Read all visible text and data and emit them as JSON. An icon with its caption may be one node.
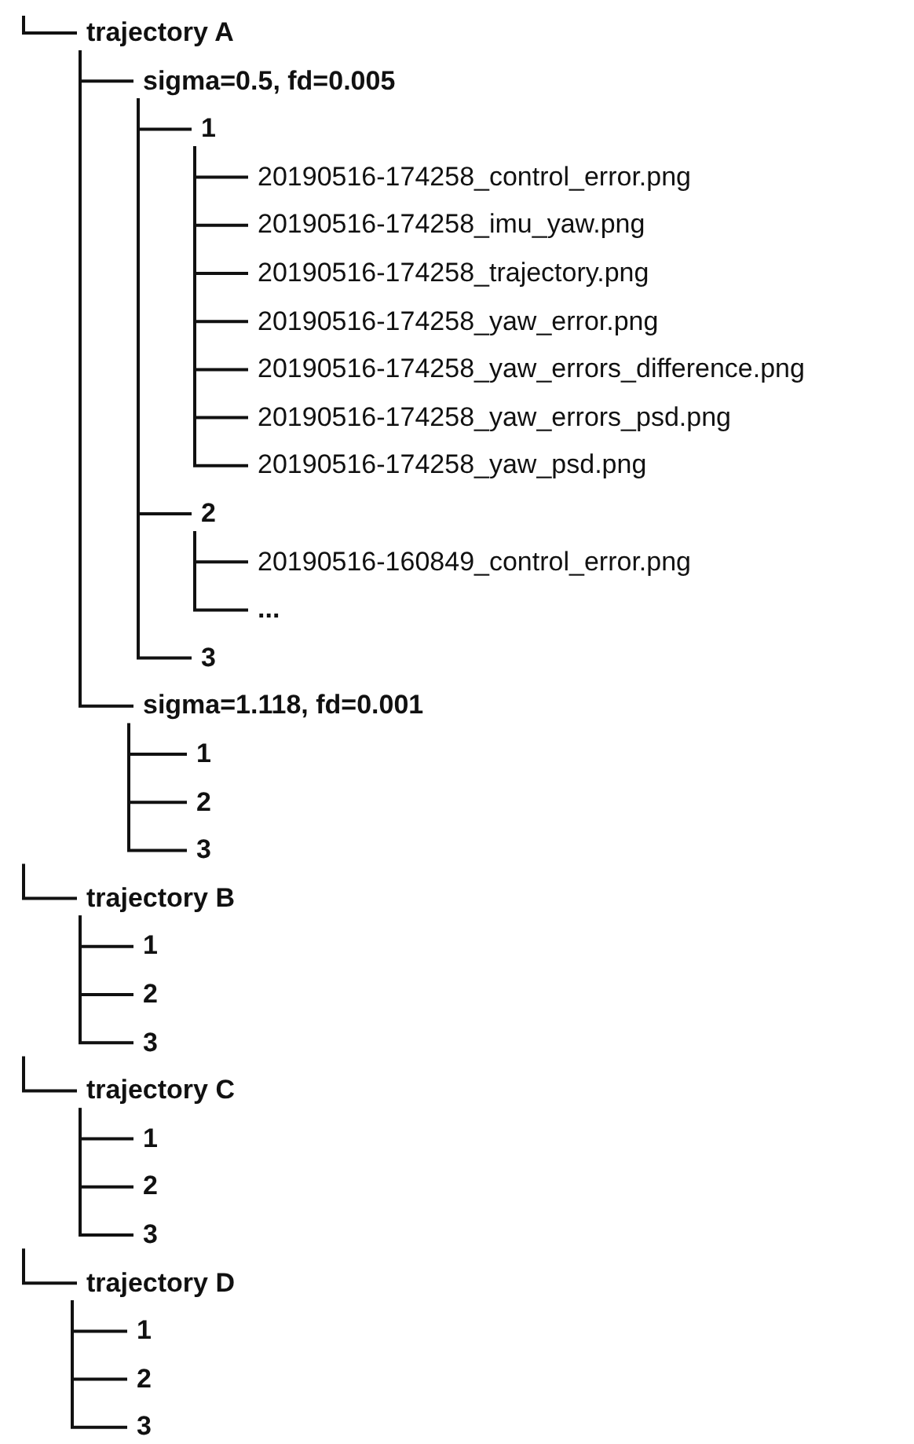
{
  "diagram": {
    "nodes": [
      {
        "text": [
          "trajectory A"
        ]
      },
      {
        "text": [
          "sigma=0.5, fd=0.005"
        ]
      },
      {
        "text": [
          "1"
        ]
      },
      {
        "text": [
          "20190516-174258_control_error.png"
        ]
      },
      {
        "text": [
          "20190516-174258_imu_yaw.png"
        ]
      },
      {
        "text": [
          "20190516-174258_trajectory.png"
        ]
      },
      {
        "text": [
          "20190516-174258_yaw_error.png"
        ]
      },
      {
        "text": [
          "20190516-174258_yaw_errors_difference.png"
        ]
      },
      {
        "text": [
          "20190516-174258_yaw_errors_psd.png"
        ]
      },
      {
        "text": [
          "20190516-174258_yaw_psd.png"
        ]
      },
      {
        "text": [
          "2"
        ]
      },
      {
        "text": [
          "20190516-160849_control_error.png"
        ]
      },
      {
        "text": [
          "..."
        ]
      },
      {
        "text": [
          "3"
        ]
      },
      {
        "text": [
          "sigma=1.118, fd=0.001"
        ]
      },
      {
        "text": [
          "1"
        ]
      },
      {
        "text": [
          "2"
        ]
      },
      {
        "text": [
          "3"
        ]
      },
      {
        "text": [
          "trajectory B"
        ]
      },
      {
        "text": [
          "1"
        ]
      },
      {
        "text": [
          "2"
        ]
      },
      {
        "text": [
          "3"
        ]
      },
      {
        "text": [
          "trajectory C"
        ]
      },
      {
        "text": [
          "1"
        ]
      },
      {
        "text": [
          "2"
        ]
      },
      {
        "text": [
          "3"
        ]
      },
      {
        "text": [
          "trajectory D"
        ]
      },
      {
        "text": [
          "1"
        ]
      },
      {
        "text": [
          "2"
        ]
      },
      {
        "text": [
          "3"
        ]
      }
    ],
    "edges": [
      {
        "from": null,
        "to": 0,
        "arrow": "none"
      },
      {
        "from": 0,
        "to": 1,
        "arrow": "none"
      },
      {
        "from": 1,
        "to": 2,
        "arrow": "none"
      },
      {
        "from": 2,
        "to": 3,
        "arrow": "none"
      },
      {
        "from": 2,
        "to": 4,
        "arrow": "none"
      },
      {
        "from": 2,
        "to": 5,
        "arrow": "none"
      },
      {
        "from": 2,
        "to": 6,
        "arrow": "none"
      },
      {
        "from": 2,
        "to": 7,
        "arrow": "none"
      },
      {
        "from": 2,
        "to": 8,
        "arrow": "none"
      },
      {
        "from": 2,
        "to": 9,
        "arrow": "none"
      },
      {
        "from": 1,
        "to": 10,
        "arrow": "none"
      },
      {
        "from": 10,
        "to": 11,
        "arrow": "none"
      },
      {
        "from": 10,
        "to": 12,
        "arrow": "none"
      },
      {
        "from": 1,
        "to": 13,
        "arrow": "none"
      },
      {
        "from": 0,
        "to": 14,
        "arrow": "none"
      },
      {
        "from": 14,
        "to": 15,
        "arrow": "none"
      },
      {
        "from": 14,
        "to": 16,
        "arrow": "none"
      },
      {
        "from": 14,
        "to": 17,
        "arrow": "none"
      },
      {
        "from": null,
        "to": 18,
        "arrow": "none"
      },
      {
        "from": 18,
        "to": 19,
        "arrow": "none"
      },
      {
        "from": 18,
        "to": 20,
        "arrow": "none"
      },
      {
        "from": 18,
        "to": 21,
        "arrow": "none"
      },
      {
        "from": null,
        "to": 22,
        "arrow": "none"
      },
      {
        "from": 22,
        "to": 23,
        "arrow": "none"
      },
      {
        "from": 22,
        "to": 24,
        "arrow": "none"
      },
      {
        "from": 22,
        "to": 25,
        "arrow": "none"
      },
      {
        "from": null,
        "to": 26,
        "arrow": "none"
      },
      {
        "from": 26,
        "to": 27,
        "arrow": "none"
      },
      {
        "from": 26,
        "to": 28,
        "arrow": "none"
      },
      {
        "from": 26,
        "to": 29,
        "arrow": "none"
      }
    ]
  }
}
